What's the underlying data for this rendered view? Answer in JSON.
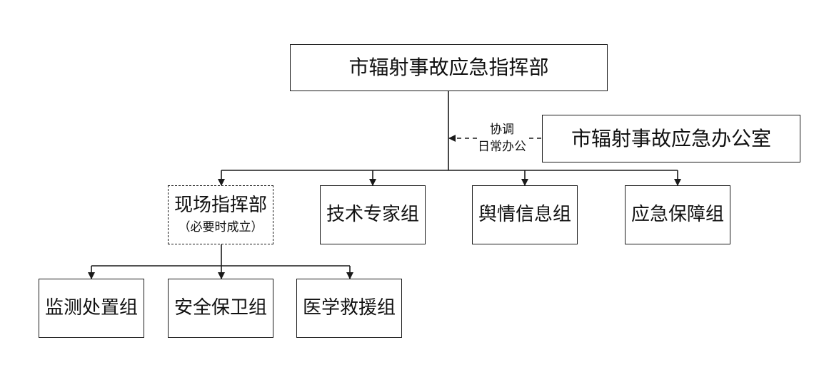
{
  "command": {
    "label": "市辐射事故应急指挥部"
  },
  "office": {
    "label": "市辐射事故应急办公室"
  },
  "link_note": {
    "line1": "协调",
    "line2": "日常办公"
  },
  "field": {
    "label": "现场指挥部",
    "sub": "（必要时成立）"
  },
  "groups": [
    "技术专家组",
    "舆情信息组",
    "应急保障组"
  ],
  "subgroups": [
    "监测处置组",
    "安全保卫组",
    "医学救援组"
  ],
  "colors": {
    "line": "#1a1a1a",
    "text": "#111111",
    "background": "#ffffff"
  }
}
